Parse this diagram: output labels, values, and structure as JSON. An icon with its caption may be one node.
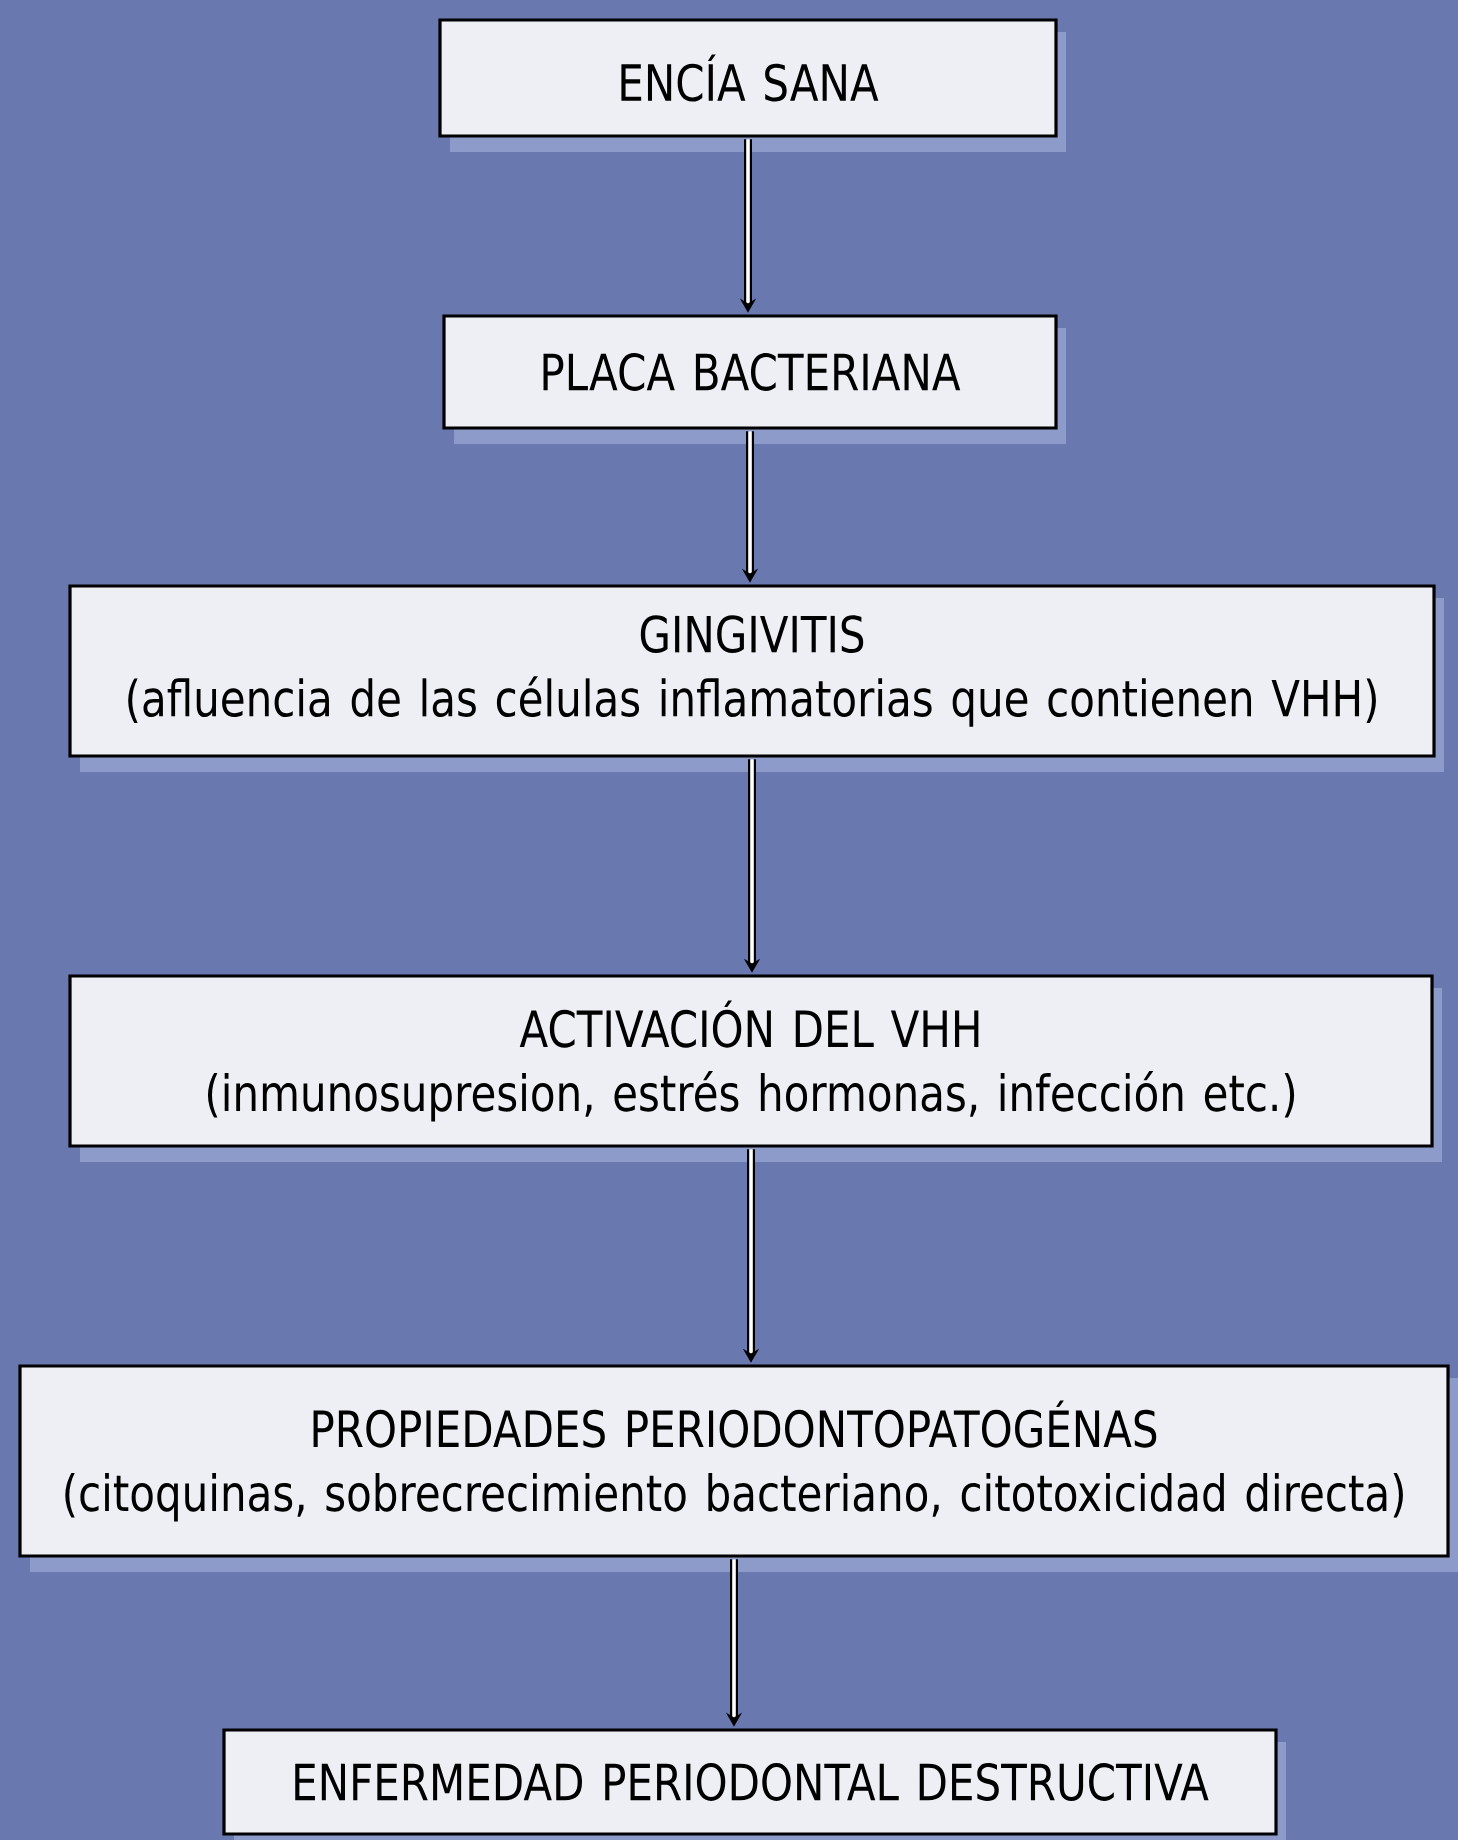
{
  "diagram": {
    "nodes": [
      {
        "text": [
          "ENCÍA SANA"
        ]
      },
      {
        "text": [
          "PLACA BACTERIANA"
        ]
      },
      {
        "text": [
          "GINGIVITIS",
          "(afluencia de las células inflamatorias que contienen VHH)"
        ]
      },
      {
        "text": [
          "ACTIVACIÓN DEL VHH",
          "(inmunosupresion, estrés hormonas, infección etc.)"
        ]
      },
      {
        "text": [
          "PROPIEDADES PERIODONTOPATOGÉNAS",
          "(citoquinas, sobrecrecimiento bacteriano, citotoxicidad directa)"
        ]
      },
      {
        "text": [
          "ENFERMEDAD PERIODONTAL DESTRUCTIVA"
        ]
      }
    ],
    "edges": [
      {
        "from": 0,
        "to": 1,
        "arrow": "to"
      },
      {
        "from": 1,
        "to": 2,
        "arrow": "to"
      },
      {
        "from": 2,
        "to": 3,
        "arrow": "to"
      },
      {
        "from": 3,
        "to": 4,
        "arrow": "to"
      },
      {
        "from": 4,
        "to": 5,
        "arrow": "to"
      }
    ]
  }
}
